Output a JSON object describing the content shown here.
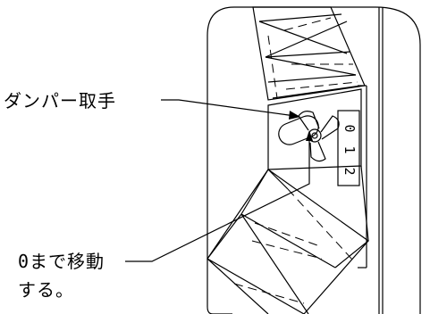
{
  "labels": {
    "damper_handle": "ダンパー取手",
    "move_to_zero_line1": "0まで移動",
    "move_to_zero_line2": "する。"
  },
  "scale": {
    "marks": [
      "0",
      "1",
      "2"
    ]
  },
  "colors": {
    "line": "#000000",
    "background": "#ffffff"
  }
}
